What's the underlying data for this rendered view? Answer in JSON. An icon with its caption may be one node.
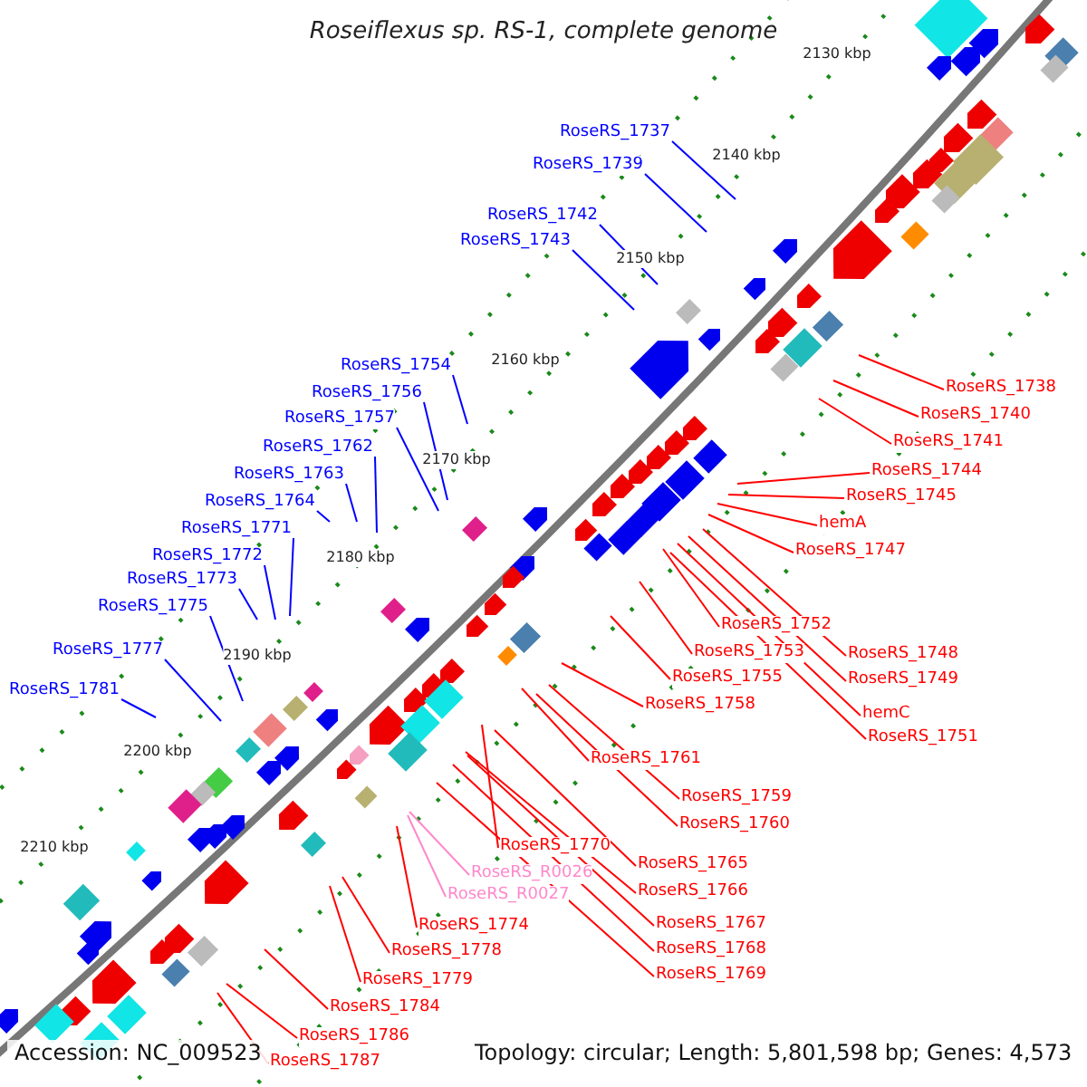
{
  "diagram": {
    "title": "Roseiflexus sp. RS-1, complete genome",
    "nodes": [
      {
        "text": [
          "RoseRS_1737"
        ]
      },
      {
        "text": [
          "RoseRS_1739"
        ]
      },
      {
        "text": [
          "RoseRS_1742"
        ]
      },
      {
        "text": [
          "RoseRS_1743"
        ]
      },
      {
        "text": [
          "RoseRS_1754"
        ]
      },
      {
        "text": [
          "RoseRS_1738"
        ]
      },
      {
        "text": [
          "RoseRS_1756"
        ]
      },
      {
        "text": [
          "RoseRS_1740"
        ]
      },
      {
        "text": [
          "RoseRS_1757"
        ]
      },
      {
        "text": [
          "RoseRS_1741"
        ]
      },
      {
        "text": [
          "RoseRS_1762"
        ]
      },
      {
        "text": [
          "RoseRS_1744"
        ]
      },
      {
        "text": [
          "RoseRS_1763"
        ]
      },
      {
        "text": [
          "RoseRS_1745"
        ]
      },
      {
        "text": [
          "RoseRS_1764"
        ]
      },
      {
        "text": [
          "hemA"
        ]
      },
      {
        "text": [
          "RoseRS_1771"
        ]
      },
      {
        "text": [
          "RoseRS_1747"
        ]
      },
      {
        "text": [
          "RoseRS_1772"
        ]
      },
      {
        "text": [
          "RoseRS_1773"
        ]
      },
      {
        "text": [
          "RoseRS_1775"
        ]
      },
      {
        "text": [
          "RoseRS_1752"
        ]
      },
      {
        "text": [
          "RoseRS_1753"
        ]
      },
      {
        "text": [
          "RoseRS_1748"
        ]
      },
      {
        "text": [
          "RoseRS_1777"
        ]
      },
      {
        "text": [
          "RoseRS_1755"
        ]
      },
      {
        "text": [
          "RoseRS_1749"
        ]
      },
      {
        "text": [
          "RoseRS_1781"
        ]
      },
      {
        "text": [
          "RoseRS_1758"
        ]
      },
      {
        "text": [
          "hemC"
        ]
      },
      {
        "text": [
          "RoseRS_1751"
        ]
      },
      {
        "text": [
          "RoseRS_1761"
        ]
      },
      {
        "text": [
          "RoseRS_1759"
        ]
      },
      {
        "text": [
          "RoseRS_1760"
        ]
      },
      {
        "text": [
          "RoseRS_1770"
        ]
      },
      {
        "text": [
          "RoseRS_1765"
        ]
      },
      {
        "text": [
          "RoseRS_R0026"
        ]
      },
      {
        "text": [
          "RoseRS_1766"
        ]
      },
      {
        "text": [
          "RoseRS_R0027"
        ]
      },
      {
        "text": [
          "RoseRS_1767"
        ]
      },
      {
        "text": [
          "RoseRS_1774"
        ]
      },
      {
        "text": [
          "RoseRS_1768"
        ]
      },
      {
        "text": [
          "RoseRS_1778"
        ]
      },
      {
        "text": [
          "RoseRS_1769"
        ]
      },
      {
        "text": [
          "RoseRS_1779"
        ]
      },
      {
        "text": [
          "RoseRS_1784"
        ]
      },
      {
        "text": [
          "RoseRS_1786"
        ]
      },
      {
        "text": [
          "RoseRS_1787"
        ]
      }
    ],
    "edges": [
      {
        "from": 0,
        "to": null,
        "arrow": "none",
        "color": "#0000ff"
      },
      {
        "from": 1,
        "to": null,
        "arrow": "none",
        "color": "#0000ff"
      },
      {
        "from": 2,
        "to": null,
        "arrow": "none",
        "color": "#0000ff"
      },
      {
        "from": 3,
        "to": null,
        "arrow": "none",
        "color": "#0000ff"
      },
      {
        "from": 4,
        "to": null,
        "arrow": "none",
        "color": "#0000ff"
      },
      {
        "from": 5,
        "to": null,
        "arrow": "none"
      },
      {
        "from": 6,
        "to": null,
        "arrow": "none",
        "color": "#0000ff"
      },
      {
        "from": 7,
        "to": null,
        "arrow": "none"
      },
      {
        "from": 8,
        "to": null,
        "arrow": "none",
        "color": "#0000ff"
      },
      {
        "from": 9,
        "to": null,
        "arrow": "none"
      },
      {
        "from": 10,
        "to": null,
        "arrow": "none",
        "color": "#0000ff"
      },
      {
        "from": 11,
        "to": null,
        "arrow": "none"
      },
      {
        "from": 12,
        "to": null,
        "arrow": "none",
        "color": "#0000ff"
      },
      {
        "from": 13,
        "to": null,
        "arrow": "none"
      },
      {
        "from": 14,
        "to": null,
        "arrow": "none",
        "color": "#0000ff"
      },
      {
        "from": 15,
        "to": null,
        "arrow": "none"
      },
      {
        "from": 16,
        "to": null,
        "arrow": "none",
        "color": "#0000ff"
      },
      {
        "from": 17,
        "to": null,
        "arrow": "none"
      },
      {
        "from": 18,
        "to": null,
        "arrow": "none",
        "color": "#0000ff"
      },
      {
        "from": 19,
        "to": null,
        "arrow": "none",
        "color": "#0000ff"
      },
      {
        "from": 20,
        "to": null,
        "arrow": "none",
        "color": "#0000ff"
      },
      {
        "from": 21,
        "to": null,
        "arrow": "none"
      },
      {
        "from": 22,
        "to": null,
        "arrow": "none"
      },
      {
        "from": 23,
        "to": null,
        "arrow": "none"
      },
      {
        "from": 24,
        "to": null,
        "arrow": "none",
        "color": "#0000ff"
      },
      {
        "from": 25,
        "to": null,
        "arrow": "none"
      },
      {
        "from": 26,
        "to": null,
        "arrow": "none"
      },
      {
        "from": 27,
        "to": null,
        "arrow": "none",
        "color": "#0000ff"
      },
      {
        "from": 28,
        "to": null,
        "arrow": "none"
      },
      {
        "from": 29,
        "to": null,
        "arrow": "none"
      },
      {
        "from": 30,
        "to": null,
        "arrow": "none"
      },
      {
        "from": 31,
        "to": null,
        "arrow": "none"
      },
      {
        "from": 32,
        "to": null,
        "arrow": "none"
      },
      {
        "from": 33,
        "to": null,
        "arrow": "none"
      },
      {
        "from": 34,
        "to": null,
        "arrow": "none"
      },
      {
        "from": 35,
        "to": null,
        "arrow": "none"
      },
      {
        "from": 36,
        "to": null,
        "arrow": "none",
        "color": "#ff88cc"
      },
      {
        "from": 37,
        "to": null,
        "arrow": "none"
      },
      {
        "from": 38,
        "to": null,
        "arrow": "none",
        "color": "#ff88cc"
      },
      {
        "from": 39,
        "to": null,
        "arrow": "none"
      },
      {
        "from": 40,
        "to": null,
        "arrow": "none"
      },
      {
        "from": 41,
        "to": null,
        "arrow": "none"
      },
      {
        "from": 42,
        "to": null,
        "arrow": "none"
      },
      {
        "from": 43,
        "to": null,
        "arrow": "none"
      },
      {
        "from": 44,
        "to": null,
        "arrow": "none"
      },
      {
        "from": 45,
        "to": null,
        "arrow": "none"
      },
      {
        "from": 46,
        "to": null,
        "arrow": "none"
      },
      {
        "from": 47,
        "to": null,
        "arrow": "none"
      }
    ],
    "labels": [
      "2130 kbp",
      "2140 kbp",
      "2150 kbp",
      "2160 kbp",
      "2170 kbp",
      "2180 kbp",
      "2190 kbp",
      "2200 kbp",
      "2210 kbp",
      "Accession: NC_009523",
      "Topology: circular; Length: 5,801,598 bp; Genes: 4,573"
    ]
  }
}
